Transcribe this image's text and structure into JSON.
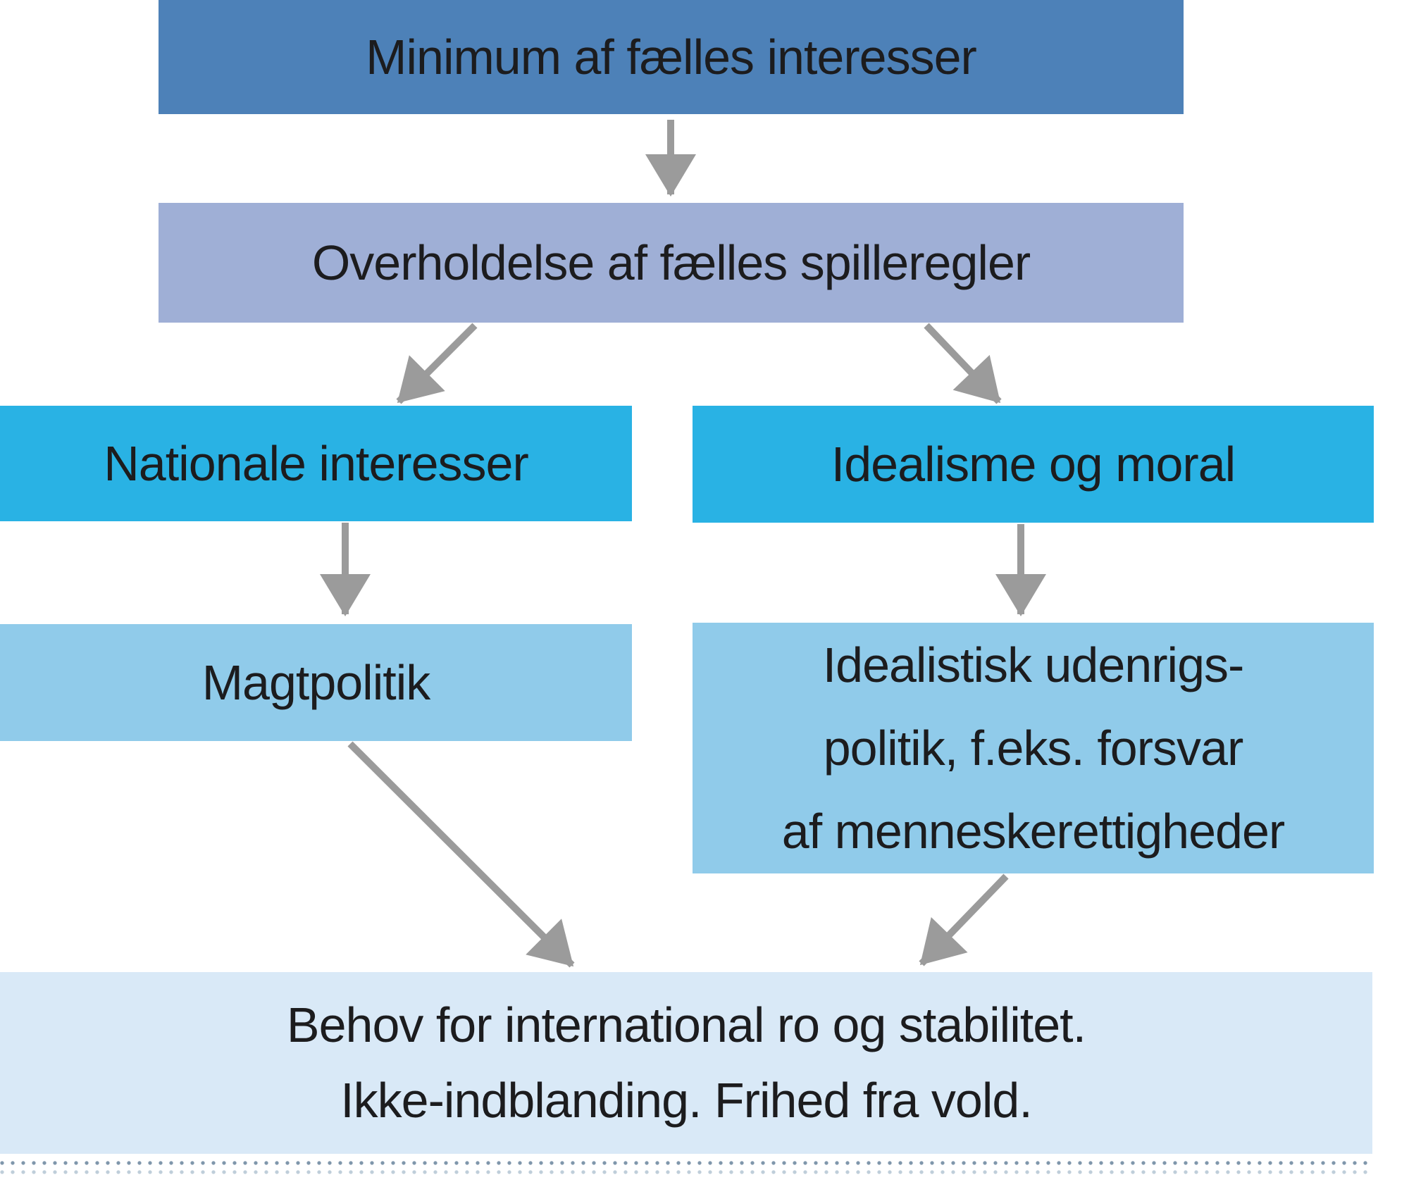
{
  "diagram": {
    "background": "#ffffff",
    "text_color": "#1c1c1e",
    "arrow_color": "#9b9b9b",
    "dotted_rule": {
      "row1_color": "#7f96ab",
      "row2_color": "#aabdce"
    },
    "nodes": {
      "minimum": {
        "label": "Minimum af fælles interesser",
        "color": "#4d81b8"
      },
      "overholdelse": {
        "label": "Overholdelse af fælles spilleregler",
        "color": "#9fafd6"
      },
      "nationale": {
        "label": "Nationale interesser",
        "color": "#29b2e4"
      },
      "idealisme": {
        "label": "Idealisme og moral",
        "color": "#29b2e4"
      },
      "magtpolitik": {
        "label": "Magtpolitik",
        "color": "#90cbea"
      },
      "idealistisk": {
        "line1": "Idealistisk udenrigs-",
        "line2": "politik, f.eks. forsvar",
        "line3": "af menneskerettigheder",
        "color": "#90cbea"
      },
      "behov": {
        "line1": "Behov for international ro og stabilitet.",
        "line2": "Ikke-indblanding. Frihed fra vold.",
        "color": "#d9e9f7"
      }
    },
    "edges": [
      "minimum -> overholdelse",
      "overholdelse -> nationale",
      "overholdelse -> idealisme",
      "nationale -> magtpolitik",
      "idealisme -> idealistisk",
      "magtpolitik -> behov",
      "idealistisk -> behov"
    ]
  }
}
